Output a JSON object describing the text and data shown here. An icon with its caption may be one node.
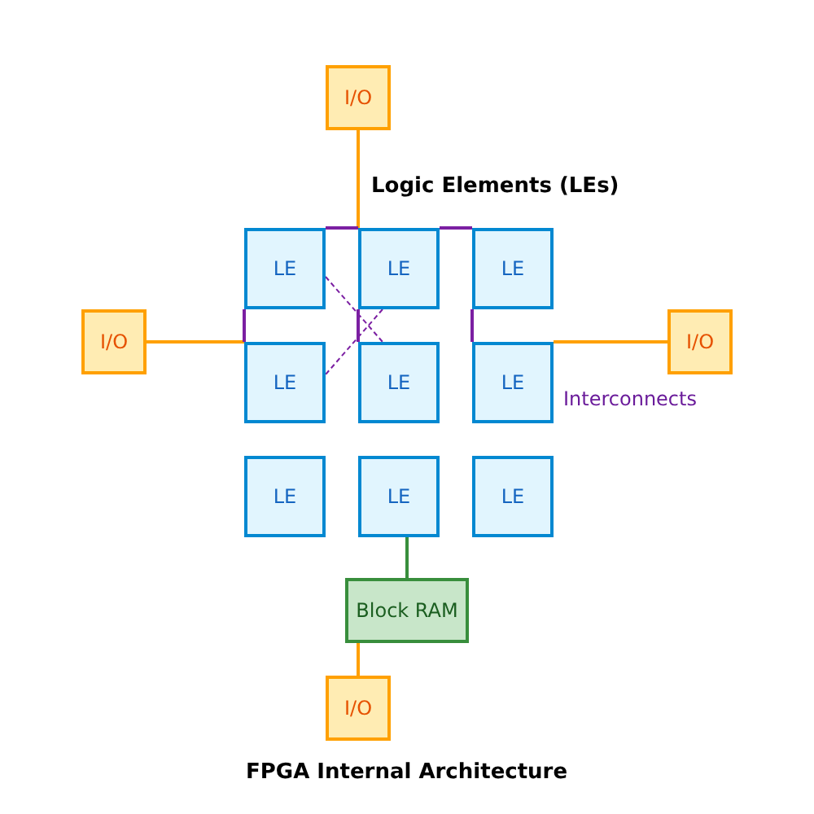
{
  "diagram": {
    "title": "FPGA Internal Architecture",
    "nodes": [
      {
        "text": [
          "I/O"
        ]
      },
      {
        "text": [
          "LE"
        ]
      },
      {
        "text": [
          "LE"
        ]
      },
      {
        "text": [
          "LE"
        ]
      },
      {
        "text": [
          "I/O"
        ]
      },
      {
        "text": [
          "LE"
        ]
      },
      {
        "text": [
          "LE"
        ]
      },
      {
        "text": [
          "LE"
        ]
      },
      {
        "text": [
          "I/O"
        ]
      },
      {
        "text": [
          "LE"
        ]
      },
      {
        "text": [
          "LE"
        ]
      },
      {
        "text": [
          "LE"
        ]
      },
      {
        "text": [
          "Block RAM"
        ]
      },
      {
        "text": [
          "I/O"
        ]
      }
    ],
    "edges": [
      {
        "from": 0,
        "to": 2,
        "arrow": "none",
        "color": "#ffa000"
      },
      {
        "from": 4,
        "to": 5,
        "arrow": "none",
        "color": "#ffa000"
      },
      {
        "from": 7,
        "to": 8,
        "arrow": "none",
        "color": "#ffa000"
      },
      {
        "from": 1,
        "to": 2,
        "arrow": "none"
      },
      {
        "from": 2,
        "to": 3,
        "arrow": "none"
      },
      {
        "from": 1,
        "to": 5,
        "arrow": "none"
      },
      {
        "from": 2,
        "to": 6,
        "arrow": "none"
      },
      {
        "from": 3,
        "to": 7,
        "arrow": "none"
      },
      {
        "from": 1,
        "to": 6,
        "arrow": "none",
        "style": "dashed"
      },
      {
        "from": 2,
        "to": 5,
        "arrow": "none",
        "style": "dashed"
      },
      {
        "from": 10,
        "to": 12,
        "arrow": "none",
        "color": "#388e3c"
      },
      {
        "from": 12,
        "to": 13,
        "arrow": "none",
        "color": "#ffa000"
      }
    ],
    "labels": [
      "Logic Elements (LEs)",
      "Interconnects"
    ]
  }
}
